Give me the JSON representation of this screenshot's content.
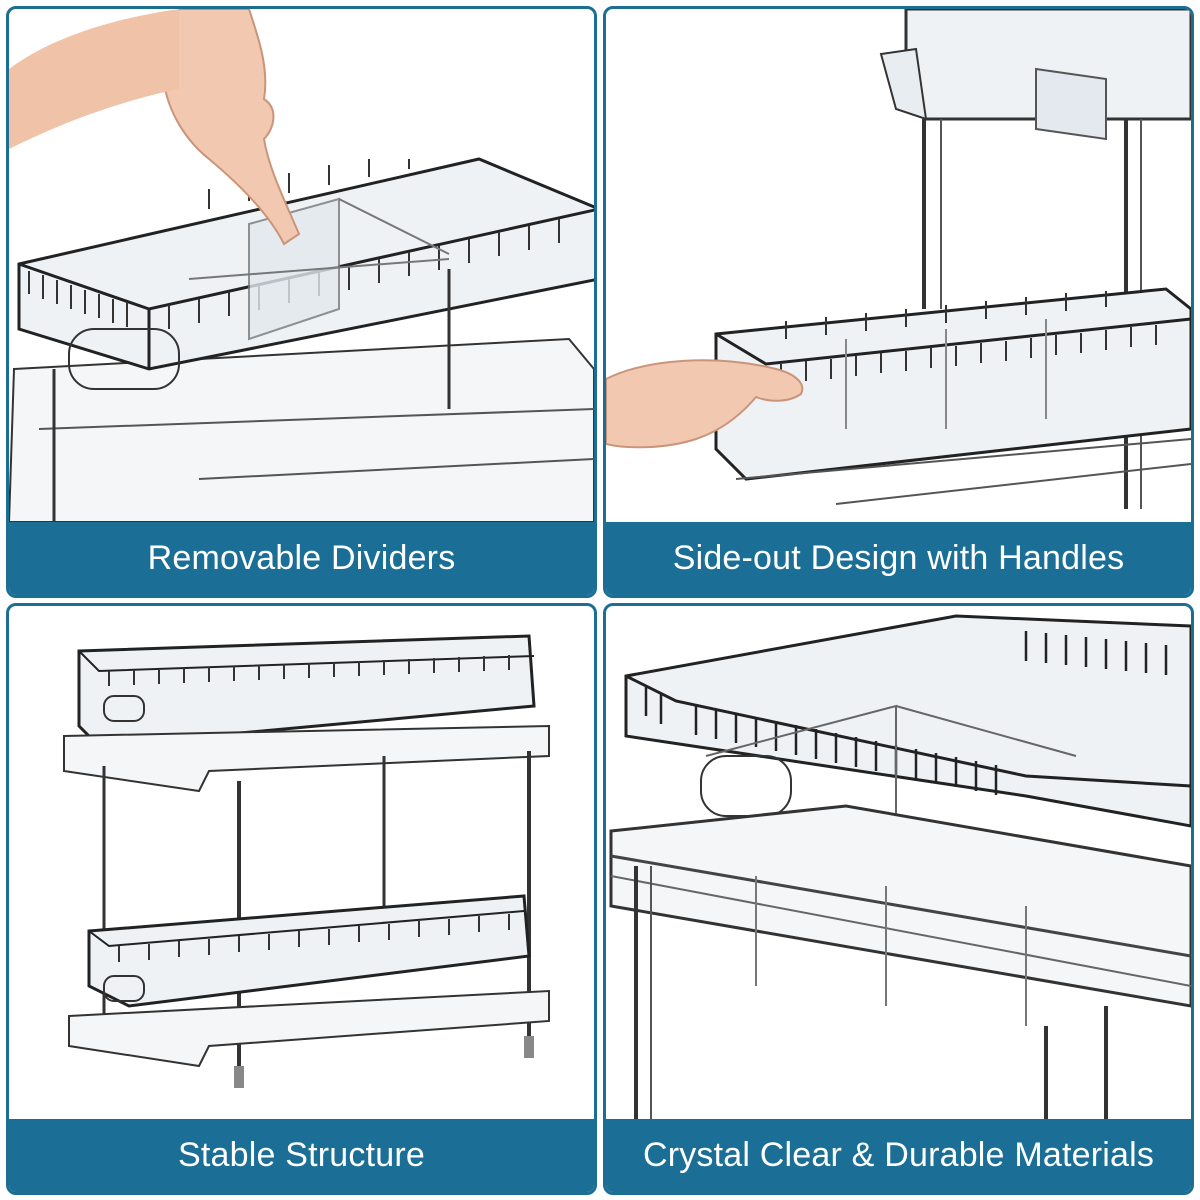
{
  "panels": [
    {
      "caption": "Removable Dividers",
      "image": "hand-lifting-divider-from-clear-basket"
    },
    {
      "caption": "Side-out Design with Handles",
      "image": "hand-sliding-out-basket-drawer"
    },
    {
      "caption": "Stable Structure",
      "image": "two-tier-clear-organizer-full-view"
    },
    {
      "caption": "Crystal Clear & Durable Materials",
      "image": "close-up-clear-basket-corner"
    }
  ],
  "colors": {
    "caption_bg": "#1b6f96",
    "border": "#1c6e93",
    "caption_text": "#ffffff",
    "line": "#2a2a2a"
  }
}
